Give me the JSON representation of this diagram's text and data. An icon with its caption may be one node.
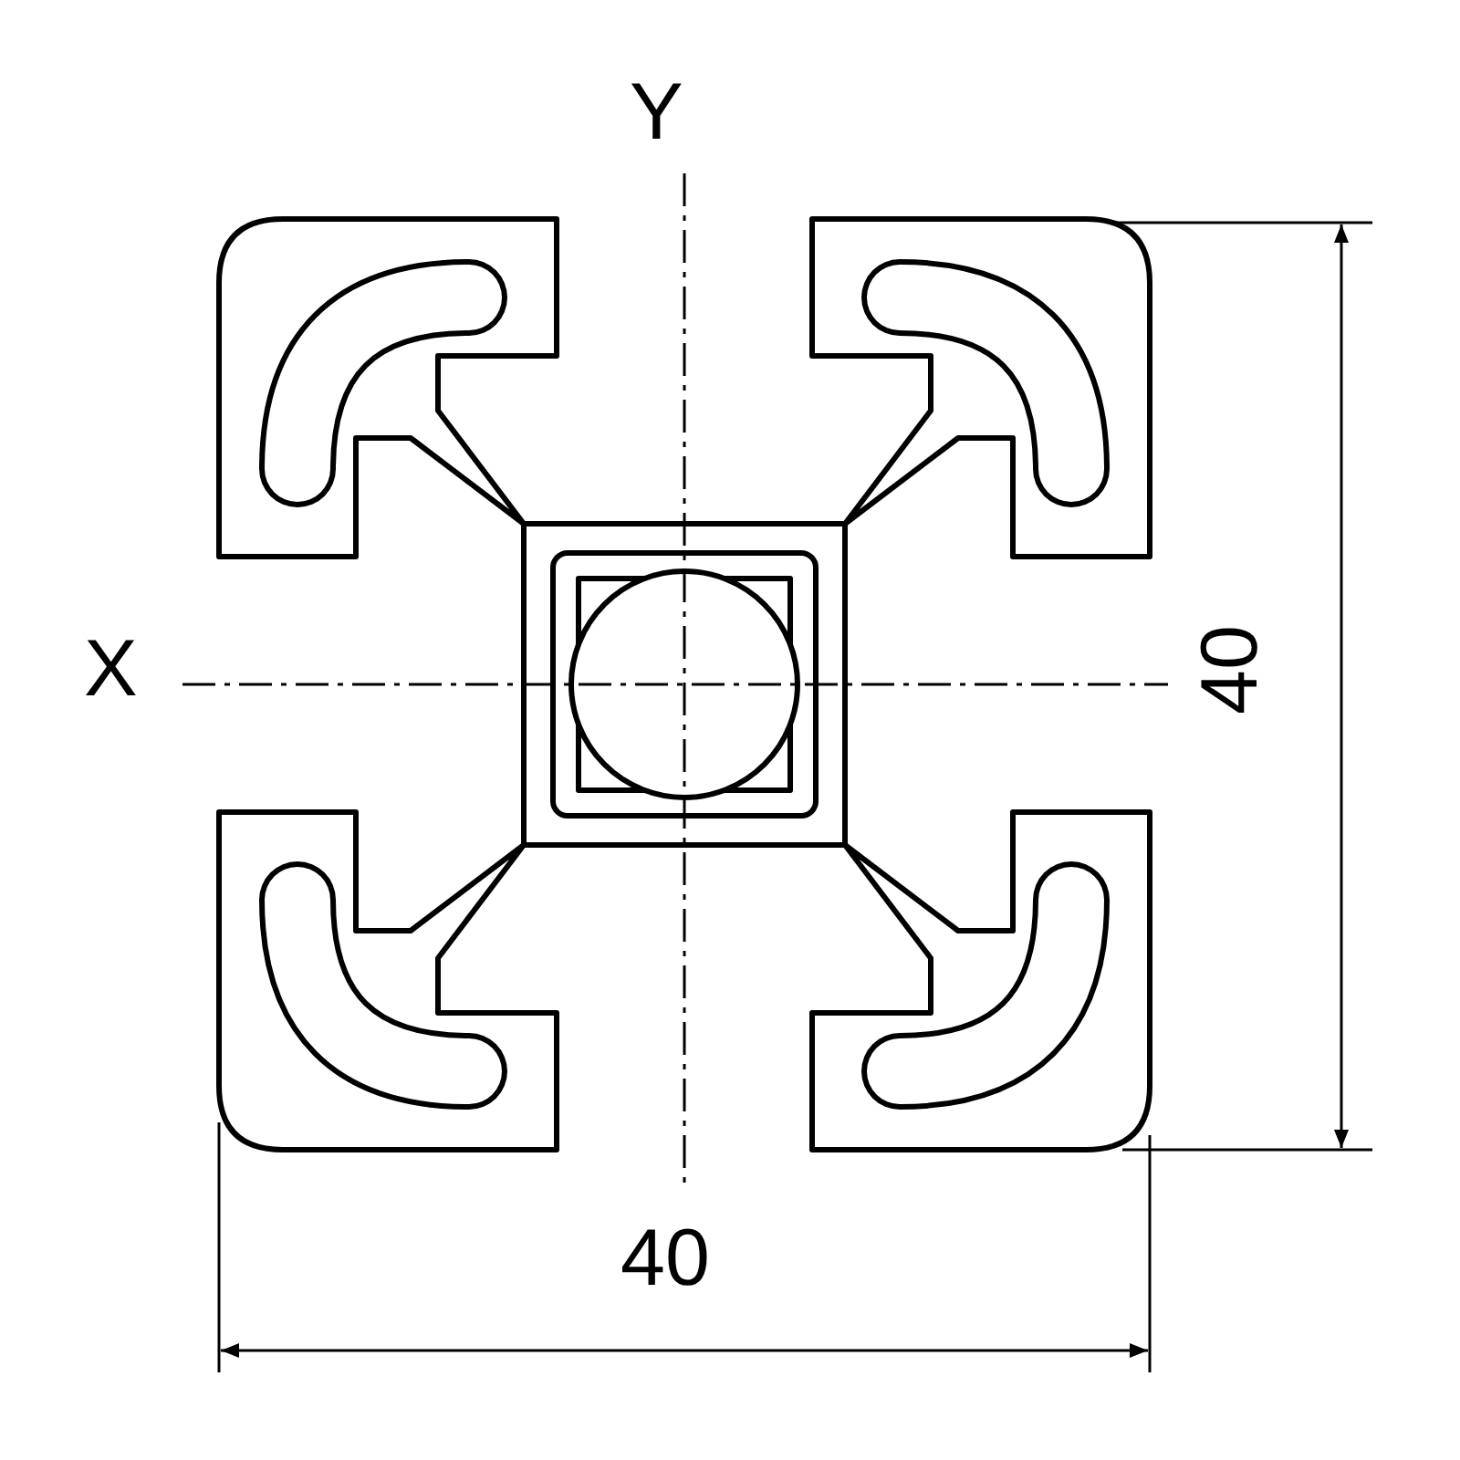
{
  "diagram": {
    "labels": [
      "Y",
      "X",
      "40",
      "40"
    ]
  }
}
